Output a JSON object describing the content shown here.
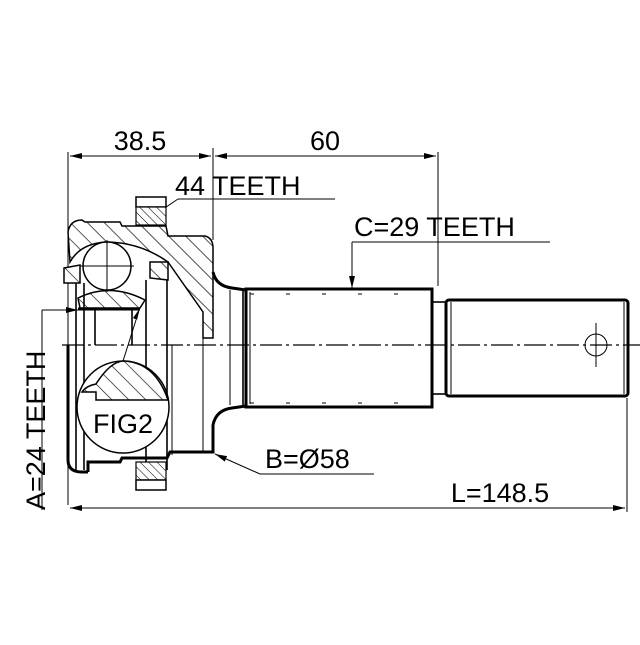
{
  "diagram": {
    "title": "CV Joint Outer Drive Shaft Dimension Drawing",
    "colors": {
      "line": "#000000",
      "background": "#ffffff"
    },
    "dimensions": {
      "bell_length": "38.5",
      "shaft_length": "60",
      "overall_length": "L=148.5"
    },
    "labels": {
      "abs_ring_teeth": "44 TEETH",
      "outer_spline_teeth": "C=29 TEETH",
      "inner_spline_teeth": "A=24 TEETH",
      "seal_diameter": "B=Ø58",
      "detail_callout": "FIG2"
    }
  }
}
